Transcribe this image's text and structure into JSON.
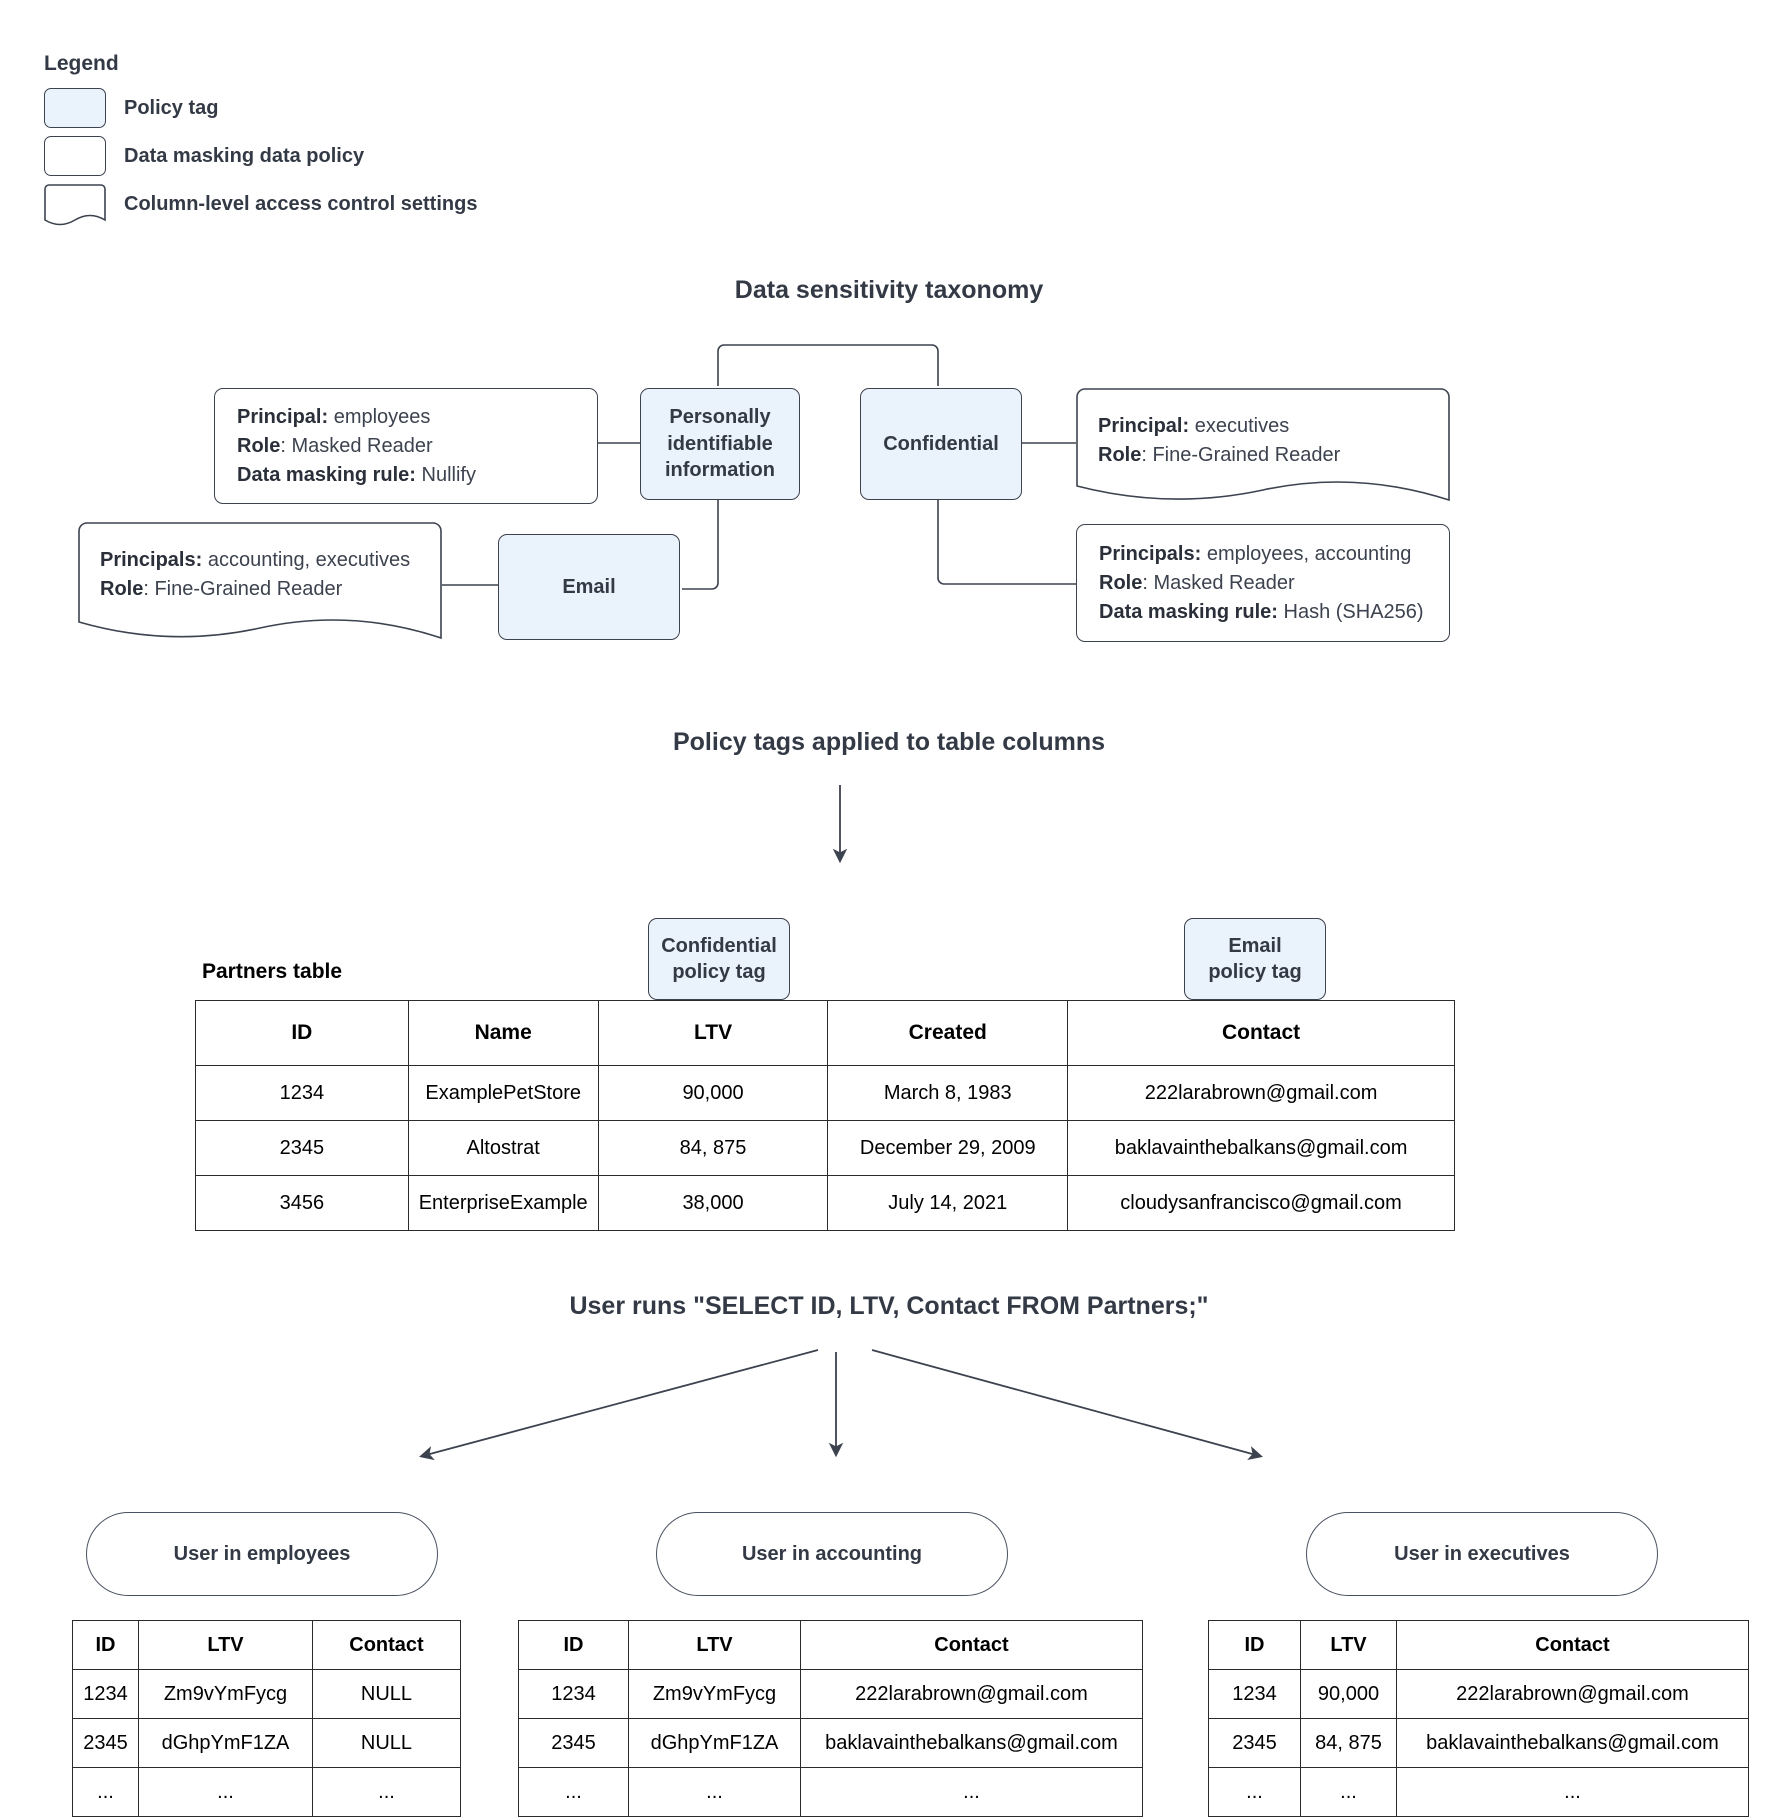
{
  "legend": {
    "title": "Legend",
    "items": [
      {
        "swatch": "policy-tag-swatch",
        "label": "Policy tag"
      },
      {
        "swatch": "data-masking-swatch",
        "label": "Data masking data policy"
      },
      {
        "swatch": "column-access-swatch",
        "label": "Column-level access control settings"
      }
    ]
  },
  "colors": {
    "policy_tag_fill": "#eaf2fb",
    "border": "#3c424e",
    "text": "#333a45",
    "table_border": "#2b2b2b"
  },
  "taxonomy": {
    "title": "Data sensitivity taxonomy",
    "tags": {
      "pii": "Personally identifiable information",
      "confidential": "Confidential",
      "email": "Email"
    },
    "policies": {
      "pii_masked": {
        "line1_label": "Principal:",
        "line1_value": " employees",
        "line2_label": "Role",
        "line2_value": ": Masked Reader",
        "line3_label": "Data masking rule:",
        "line3_value": " Nullify"
      },
      "email_access": {
        "line1_label": "Principals:",
        "line1_value": " accounting, executives",
        "line2_label": "Role",
        "line2_value": ": Fine-Grained Reader"
      },
      "conf_access": {
        "line1_label": "Principal:",
        "line1_value": " executives",
        "line2_label": "Role",
        "line2_value": ": Fine-Grained Reader"
      },
      "conf_masked": {
        "line1_label": "Principals:",
        "line1_value": " employees, accounting",
        "line2_label": "Role",
        "line2_value": ": Masked Reader",
        "line3_label": "Data masking rule:",
        "line3_value": " Hash (SHA256)"
      }
    }
  },
  "applied": {
    "title": "Policy tags applied to table columns",
    "table_caption": "Partners table",
    "tag_labels": {
      "confidential": [
        "Confidential",
        "policy tag"
      ],
      "email": [
        "Email",
        "policy tag"
      ]
    },
    "columns": [
      "ID",
      "Name",
      "LTV",
      "Created",
      "Contact"
    ],
    "rows": [
      [
        "1234",
        "ExamplePetStore",
        "90,000",
        "March 8, 1983",
        "222larabrown@gmail.com"
      ],
      [
        "2345",
        "Altostrat",
        "84, 875",
        "December 29, 2009",
        "baklavainthebalkans@gmail.com"
      ],
      [
        "3456",
        "EnterpriseExample",
        "38,000",
        "July 14, 2021",
        "cloudysanfrancisco@gmail.com"
      ]
    ]
  },
  "query": {
    "title": "User runs \"SELECT ID, LTV, Contact FROM Partners;\""
  },
  "results": [
    {
      "pill": "User in employees",
      "columns": [
        "ID",
        "LTV",
        "Contact"
      ],
      "rows": [
        [
          "1234",
          "Zm9vYmFycg",
          "NULL"
        ],
        [
          "2345",
          "dGhpYmF1ZA",
          "NULL"
        ],
        [
          "...",
          "...",
          "..."
        ]
      ]
    },
    {
      "pill": "User in accounting",
      "columns": [
        "ID",
        "LTV",
        "Contact"
      ],
      "rows": [
        [
          "1234",
          "Zm9vYmFycg",
          "222larabrown@gmail.com"
        ],
        [
          "2345",
          "dGhpYmF1ZA",
          "baklavainthebalkans@gmail.com"
        ],
        [
          "...",
          "...",
          "..."
        ]
      ]
    },
    {
      "pill": "User in executives",
      "columns": [
        "ID",
        "LTV",
        "Contact"
      ],
      "rows": [
        [
          "1234",
          "90,000",
          "222larabrown@gmail.com"
        ],
        [
          "2345",
          "84, 875",
          "baklavainthebalkans@gmail.com"
        ],
        [
          "...",
          "...",
          "..."
        ]
      ]
    }
  ]
}
